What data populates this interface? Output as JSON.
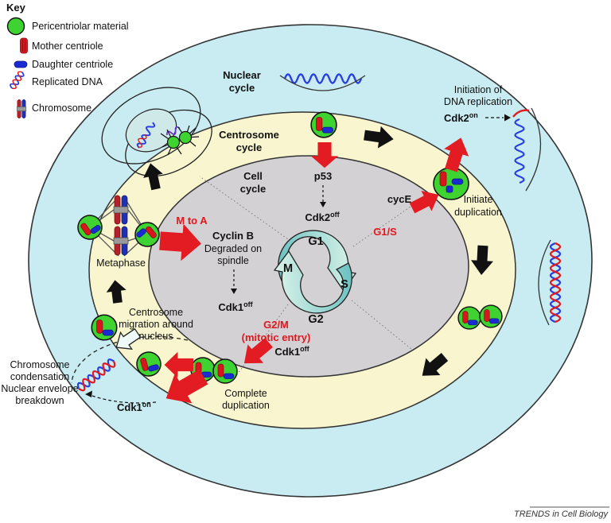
{
  "key": {
    "title": "Key",
    "items": [
      {
        "label": "Pericentriolar material",
        "icon": "pericentriolar-material-icon"
      },
      {
        "label": "Mother centriole",
        "icon": "mother-centriole-icon"
      },
      {
        "label": "Daughter centriole",
        "icon": "daughter-centriole-icon"
      },
      {
        "label": "Replicated DNA",
        "icon": "replicated-dna-icon"
      },
      {
        "label": "Chromosome",
        "icon": "chromosome-icon"
      }
    ]
  },
  "rings": {
    "nuclear": {
      "line1": "Nuclear",
      "line2": "cycle"
    },
    "centrosome": {
      "line1": "Centrosome",
      "line2": "cycle"
    },
    "cell": {
      "line1": "Cell",
      "line2": "cycle"
    }
  },
  "phases": {
    "g1": "G1",
    "s": "S",
    "g2": "G2",
    "m": "M"
  },
  "transitions": {
    "g1s": "G1/S",
    "g2m_line1": "G2/M",
    "g2m_line2": "(mitotic entry)",
    "m_to_a": "M to A"
  },
  "regulators": {
    "p53": "p53",
    "cdk2_off": {
      "base": "Cdk2",
      "sup": "off"
    },
    "cdk2_on": {
      "base": "Cdk2",
      "sup": "on"
    },
    "cdk1_off": {
      "base": "Cdk1",
      "sup": "off"
    },
    "cdk1_on": {
      "base": "Cdk1",
      "sup": "on"
    },
    "cyce": "cycE",
    "cyclin_b_line1": "Cyclin B",
    "cyclin_b_line2": "Degraded on",
    "cyclin_b_line3": "spindle"
  },
  "annotations": {
    "initiation_line1": "Initiation of",
    "initiation_line2": "DNA replication",
    "initiate_line1": "Initiate",
    "initiate_line2": "duplication",
    "complete_line1": "Complete",
    "complete_line2": "duplication",
    "metaphase": "Metaphase",
    "migration_line1": "Centrosome",
    "migration_line2": "migration around",
    "migration_line3": "nucleus",
    "condensation_line1": "Chromosome",
    "condensation_line2": "condensation",
    "condensation_line3": "Nuclear envelope",
    "condensation_line4": "breakdown"
  },
  "credit": "TRENDS in Cell Biology",
  "colors": {
    "outer_ring": "#c8ecf2",
    "centrosome_ring": "#f9f6cf",
    "cell_ring": "#d4d1d4",
    "pcm_green": "#3ed331",
    "centriole_red": "#d8161d",
    "centriole_blue": "#1b2bd4",
    "arrow_red": "#e31b22",
    "cycle_teal_dark": "#6fc3c3",
    "cycle_teal_light": "#dbf3e9"
  }
}
